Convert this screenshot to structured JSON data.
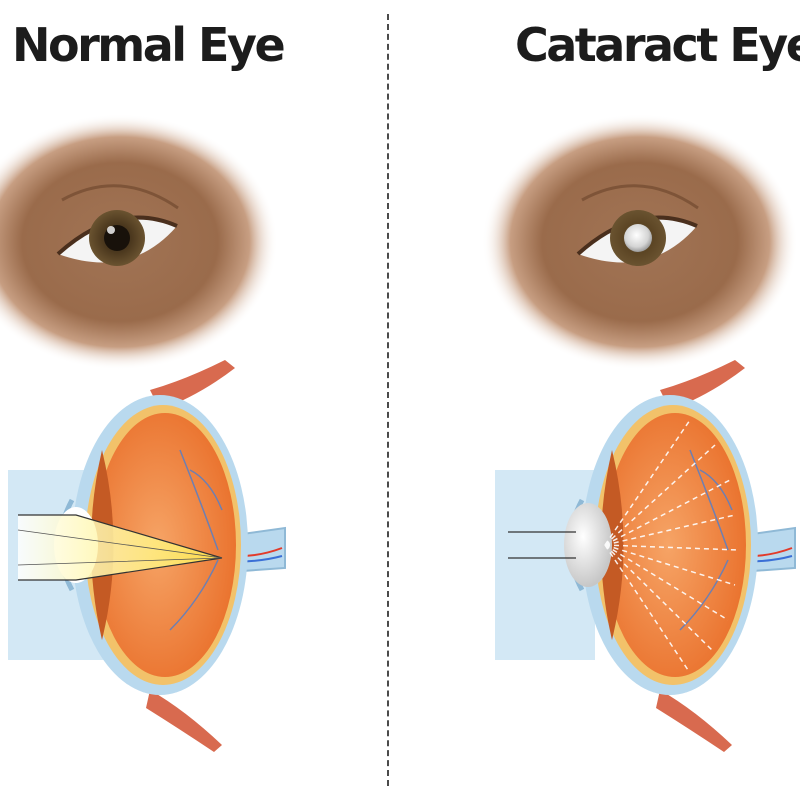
{
  "panels": [
    {
      "title": "Normal Eye",
      "condition": "normal"
    },
    {
      "title": "Cataract Eye",
      "condition": "cataract"
    }
  ],
  "colors": {
    "skin": "#a17455",
    "skin_dark": "#7e5438",
    "iris": "#5c4524",
    "sclera": "#f4f4f4",
    "muscle": "#d86a4f",
    "eyeball_body": "#f08a44",
    "outer_shell": "#b9d9ee",
    "light_panel": "#d3e8f5",
    "retina_rim": "#f2c26a",
    "lens_clear": "#ffffff",
    "lens_cloudy": "#c7c7c7",
    "focused_beam": "#ffe94a",
    "scattered_rays": "#ffffff",
    "title_text": "#1c1c1c"
  },
  "icons": {
    "normal_external": "eye-icon",
    "cataract_external": "cloudy-eye-icon",
    "normal_cross_section": "eyeball-cross-section-icon",
    "cataract_cross_section": "eyeball-cross-section-icon"
  }
}
